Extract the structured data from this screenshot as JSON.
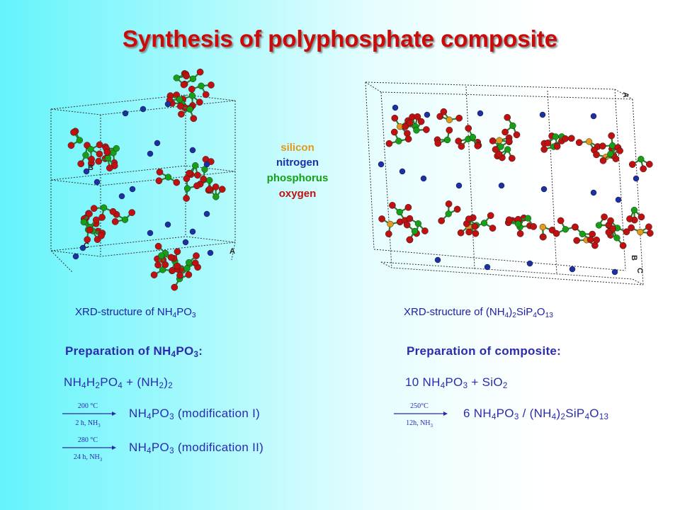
{
  "title": "Synthesis of polyphosphate composite",
  "legend": [
    {
      "label": "silicon",
      "color": "#e39a1a"
    },
    {
      "label": "nitrogen",
      "color": "#1b2fa6"
    },
    {
      "label": "phosphorus",
      "color": "#16a016"
    },
    {
      "label": "oxygen",
      "color": "#c01010"
    }
  ],
  "structure_left": {
    "caption_prefix": "XRD-structure of NH",
    "caption_sub1": "4",
    "caption_mid": "PO",
    "caption_sub2": "3",
    "axis_labels": [
      "B",
      "C",
      "A"
    ]
  },
  "structure_right": {
    "caption_prefix": "XRD-structure of (NH",
    "caption_sub1": "4",
    "caption_mid1": ")",
    "caption_sub2": "2",
    "caption_mid2": "SiP",
    "caption_sub3": "4",
    "caption_mid3": "O",
    "caption_sub4": "13",
    "axis_labels": [
      "A",
      "B",
      "C"
    ]
  },
  "prep_left": {
    "heading_prefix": "Preparation of NH",
    "heading_sub1": "4",
    "heading_mid": "PO",
    "heading_sub2": "3",
    "heading_suffix": ":",
    "reactants": {
      "p1": "NH",
      "s1": "4",
      "p2": "H",
      "s2": "2",
      "p3": "PO",
      "s3": "4",
      "p4": " + (NH",
      "s4": "2",
      "p5": ")",
      "s5": "2"
    },
    "step1": {
      "cond_top": "200 °C",
      "cond_bottom_prefix": "2 h, NH",
      "cond_bottom_sub": "3",
      "prod_prefix": "NH",
      "prod_sub1": "4",
      "prod_mid": "PO",
      "prod_sub2": "3",
      "prod_suffix": " (modification I)"
    },
    "step2": {
      "cond_top": "280 °C",
      "cond_bottom_prefix": "24 h, NH",
      "cond_bottom_sub": "3",
      "prod_prefix": "NH",
      "prod_sub1": "4",
      "prod_mid": "PO",
      "prod_sub2": "3",
      "prod_suffix": " (modification II)"
    }
  },
  "prep_right": {
    "heading": "Preparation of composite:",
    "reactants": {
      "p1": "10 NH",
      "s1": "4",
      "p2": "PO",
      "s2": "3",
      "p3": " + SiO",
      "s3": "2"
    },
    "step": {
      "cond_top": "250°C",
      "cond_bottom_prefix": "12h, NH",
      "cond_bottom_sub": "3",
      "p1": "6 NH",
      "s1": "4",
      "p2": "PO",
      "s2": "3",
      "p3": " / (NH",
      "s3": "4",
      "p4": ")",
      "s4": "2",
      "p5": "SiP",
      "s5": "4",
      "p6": "O",
      "s6": "13"
    }
  },
  "colors": {
    "title": "#cc0a0a",
    "text": "#2b2bb0",
    "nitrogen": "#1b2fa6",
    "phosphorus": "#16a016",
    "oxygen": "#c01010",
    "silicon": "#e39a1a"
  }
}
